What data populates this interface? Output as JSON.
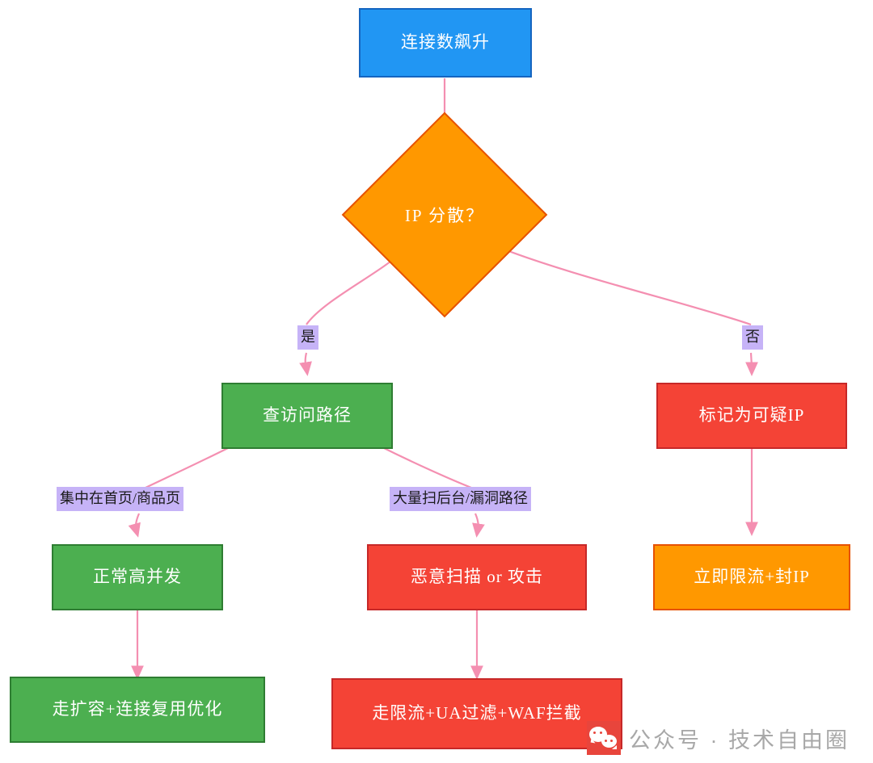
{
  "diagram": {
    "title_node": {
      "label": "连接数飙升",
      "color": "#2196f3",
      "type": "rect"
    },
    "decision": {
      "label": "IP 分散？",
      "color": "#ff9800",
      "type": "diamond"
    },
    "nodes": [
      {
        "id": "n_spike",
        "label": "连接数飙升",
        "color": "#2196f3",
        "shape": "rect"
      },
      {
        "id": "n_decision",
        "label": "IP 分散？",
        "color": "#ff9800",
        "shape": "diamond"
      },
      {
        "id": "n_path",
        "label": "查访问路径",
        "color": "#4caf50",
        "shape": "rect"
      },
      {
        "id": "n_suspect",
        "label": "标记为可疑IP",
        "color": "#f44336",
        "shape": "rect"
      },
      {
        "id": "n_normal",
        "label": "正常高并发",
        "color": "#4caf50",
        "shape": "rect"
      },
      {
        "id": "n_attack",
        "label": "恶意扫描 or 攻击",
        "color": "#f44336",
        "shape": "rect"
      },
      {
        "id": "n_limit",
        "label": "立即限流+封IP",
        "color": "#ff9800",
        "shape": "rect"
      },
      {
        "id": "n_scale",
        "label": "走扩容+连接复用优化",
        "color": "#4caf50",
        "shape": "rect"
      },
      {
        "id": "n_waf",
        "label": "走限流+UA过滤+WAF拦截",
        "color": "#f44336",
        "shape": "rect"
      }
    ],
    "edge_labels": [
      {
        "id": "e_yes",
        "label": "是"
      },
      {
        "id": "e_no",
        "label": "否"
      },
      {
        "id": "e_home",
        "label": "集中在首页/商品页"
      },
      {
        "id": "e_scan",
        "label": "大量扫后台/漏洞路径"
      }
    ],
    "edges": [
      {
        "from": "n_spike",
        "to": "n_decision",
        "label": ""
      },
      {
        "from": "n_decision",
        "to": "n_path",
        "label": "是"
      },
      {
        "from": "n_decision",
        "to": "n_suspect",
        "label": "否"
      },
      {
        "from": "n_path",
        "to": "n_normal",
        "label": "集中在首页/商品页"
      },
      {
        "from": "n_path",
        "to": "n_attack",
        "label": "大量扫后台/漏洞路径"
      },
      {
        "from": "n_suspect",
        "to": "n_limit",
        "label": ""
      },
      {
        "from": "n_normal",
        "to": "n_scale",
        "label": ""
      },
      {
        "from": "n_attack",
        "to": "n_waf",
        "label": ""
      }
    ],
    "edge_color": "#f48fb1",
    "edge_label_bg": "#c6b3f7"
  },
  "watermark": {
    "text": "公众号 · 技术自由圈",
    "icon": "wechat-icon",
    "color": "#a8a8a8",
    "badge_color": "#e8453c"
  }
}
